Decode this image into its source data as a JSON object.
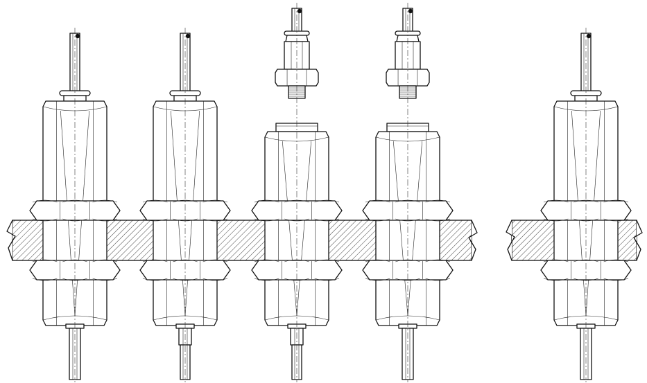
{
  "drawing": {
    "background": "#ffffff",
    "line_color": "#111111",
    "style": "technical line drawing, hex fittings mounted through hatched panel",
    "assemblies": [
      {
        "id": "fitting-1",
        "variant": "full"
      },
      {
        "id": "fitting-2",
        "variant": "full-stepped-pin"
      },
      {
        "id": "fitting-3",
        "variant": "separated"
      },
      {
        "id": "fitting-4",
        "variant": "separated"
      },
      {
        "id": "fitting-5",
        "variant": "full"
      }
    ],
    "panels": [
      {
        "id": "panel-main",
        "spans": [
          "fitting-1",
          "fitting-2",
          "fitting-3",
          "fitting-4"
        ],
        "break_marks": [
          "left",
          "right"
        ]
      },
      {
        "id": "panel-right",
        "spans": [
          "fitting-5"
        ],
        "break_marks": [
          "left",
          "right"
        ]
      }
    ]
  }
}
